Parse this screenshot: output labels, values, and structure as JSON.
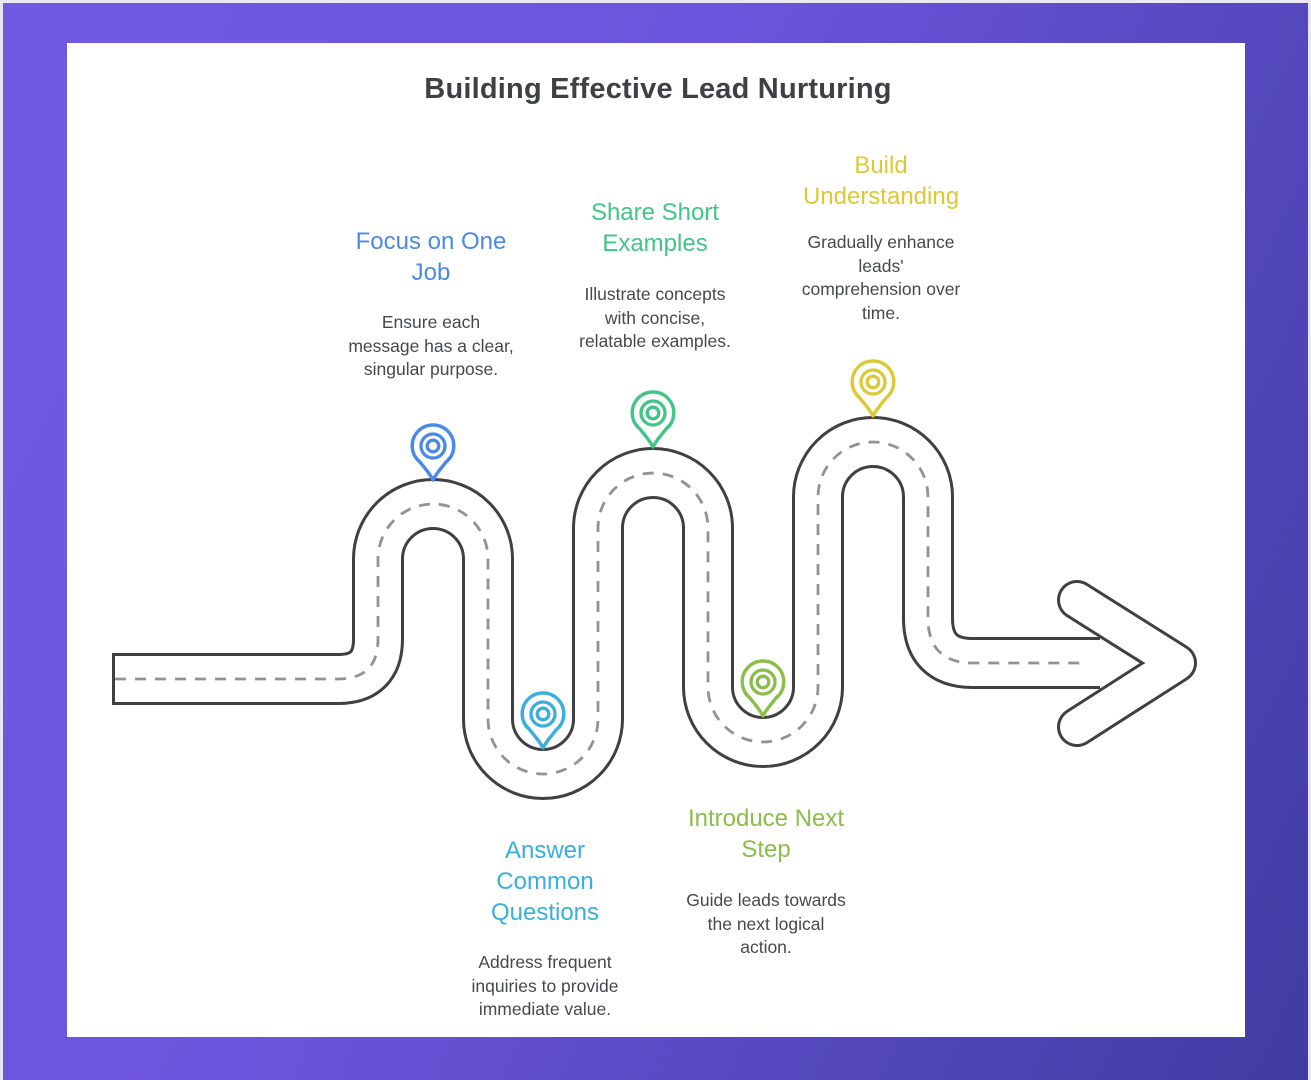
{
  "title": "Building Effective Lead Nurturing",
  "colors": {
    "background_top_left": "#7159e1",
    "background_bottom_right": "#403ca2",
    "card_background": "#ffffff",
    "title_text": "#3d4145",
    "body_text": "#45494d",
    "road_outline": "#3f4043",
    "road_surface": "#ffffff",
    "road_dash": "#8f9396"
  },
  "steps": [
    {
      "title": "Focus on One\nJob",
      "description": "Ensure each\nmessage has a clear,\nsingular purpose.",
      "color": "#4a89e8",
      "marker": "map-pin",
      "marker_position": "first-crest"
    },
    {
      "title": "Share Short\nExamples",
      "description": "Illustrate concepts\nwith concise,\nrelatable examples.",
      "color": "#41c584",
      "marker": "map-pin",
      "marker_position": "second-crest"
    },
    {
      "title": "Build\nUnderstanding",
      "description": "Gradually enhance\nleads'\ncomprehension over\ntime.",
      "color": "#ddc836",
      "marker": "map-pin",
      "marker_position": "third-crest"
    },
    {
      "title": "Answer\nCommon\nQuestions",
      "description": "Address frequent\ninquiries to provide\nimmediate value.",
      "color": "#3aaede",
      "marker": "map-pin",
      "marker_position": "first-valley"
    },
    {
      "title": "Introduce Next\nStep",
      "description": "Guide leads towards\nthe next logical\naction.",
      "color": "#8bbd49",
      "marker": "map-pin",
      "marker_position": "second-valley"
    }
  ]
}
